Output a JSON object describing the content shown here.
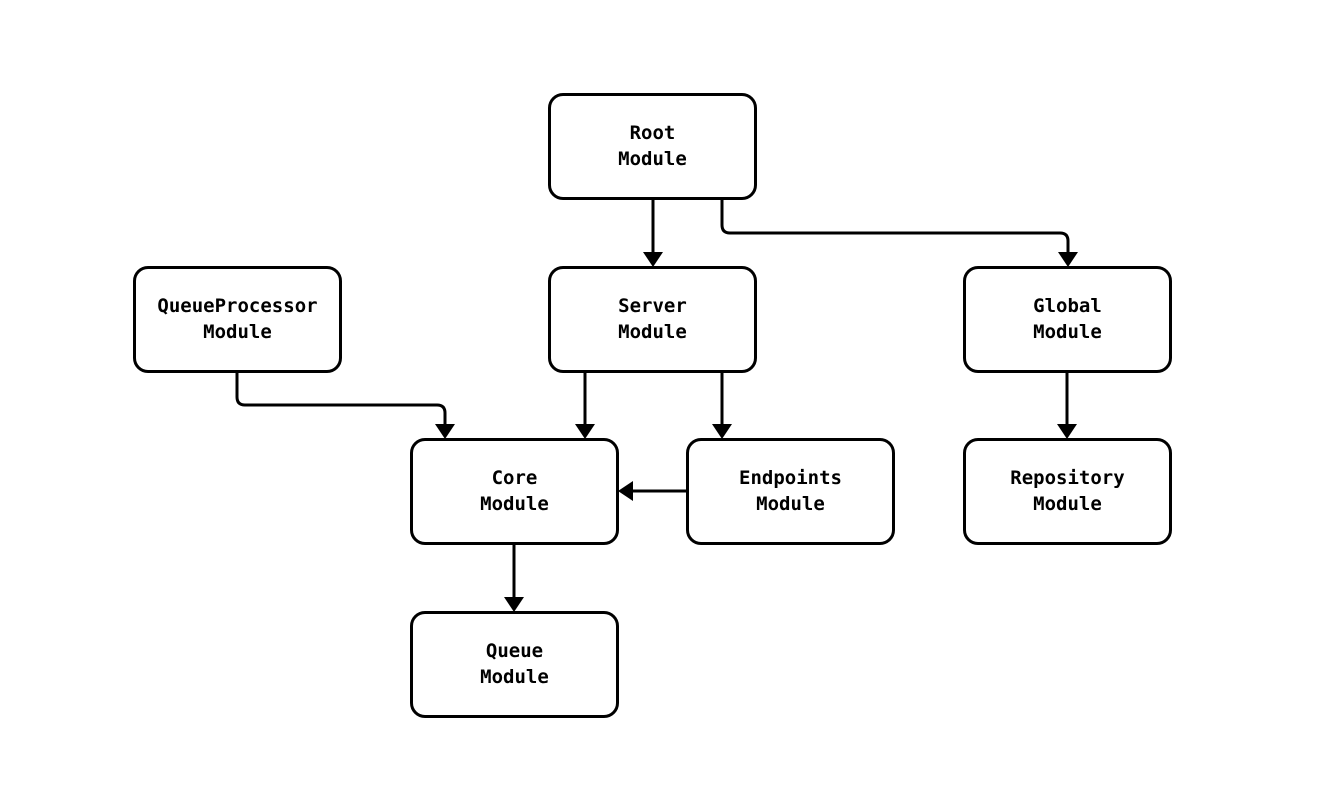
{
  "diagram": {
    "kind": "module-dependency-diagram",
    "colors": {
      "background": "#ffffff",
      "node_fill": "#ffffff",
      "node_border": "#000000",
      "edge_stroke": "#000000",
      "text": "#000000"
    },
    "nodes": {
      "root": {
        "line1": "Root",
        "line2": "Module"
      },
      "queueprocessor": {
        "line1": "QueueProcessor",
        "line2": "Module"
      },
      "server": {
        "line1": "Server",
        "line2": "Module"
      },
      "global": {
        "line1": "Global",
        "line2": "Module"
      },
      "core": {
        "line1": "Core",
        "line2": "Module"
      },
      "endpoints": {
        "line1": "Endpoints",
        "line2": "Module"
      },
      "repository": {
        "line1": "Repository",
        "line2": "Module"
      },
      "queue": {
        "line1": "Queue",
        "line2": "Module"
      }
    },
    "edges": [
      {
        "from": "Root Module",
        "to": "Server Module"
      },
      {
        "from": "Root Module",
        "to": "Global Module"
      },
      {
        "from": "QueueProcessor Module",
        "to": "Core Module"
      },
      {
        "from": "Server Module",
        "to": "Core Module"
      },
      {
        "from": "Server Module",
        "to": "Endpoints Module"
      },
      {
        "from": "Endpoints Module",
        "to": "Core Module"
      },
      {
        "from": "Core Module",
        "to": "Queue Module"
      },
      {
        "from": "Global Module",
        "to": "Repository Module"
      }
    ]
  }
}
